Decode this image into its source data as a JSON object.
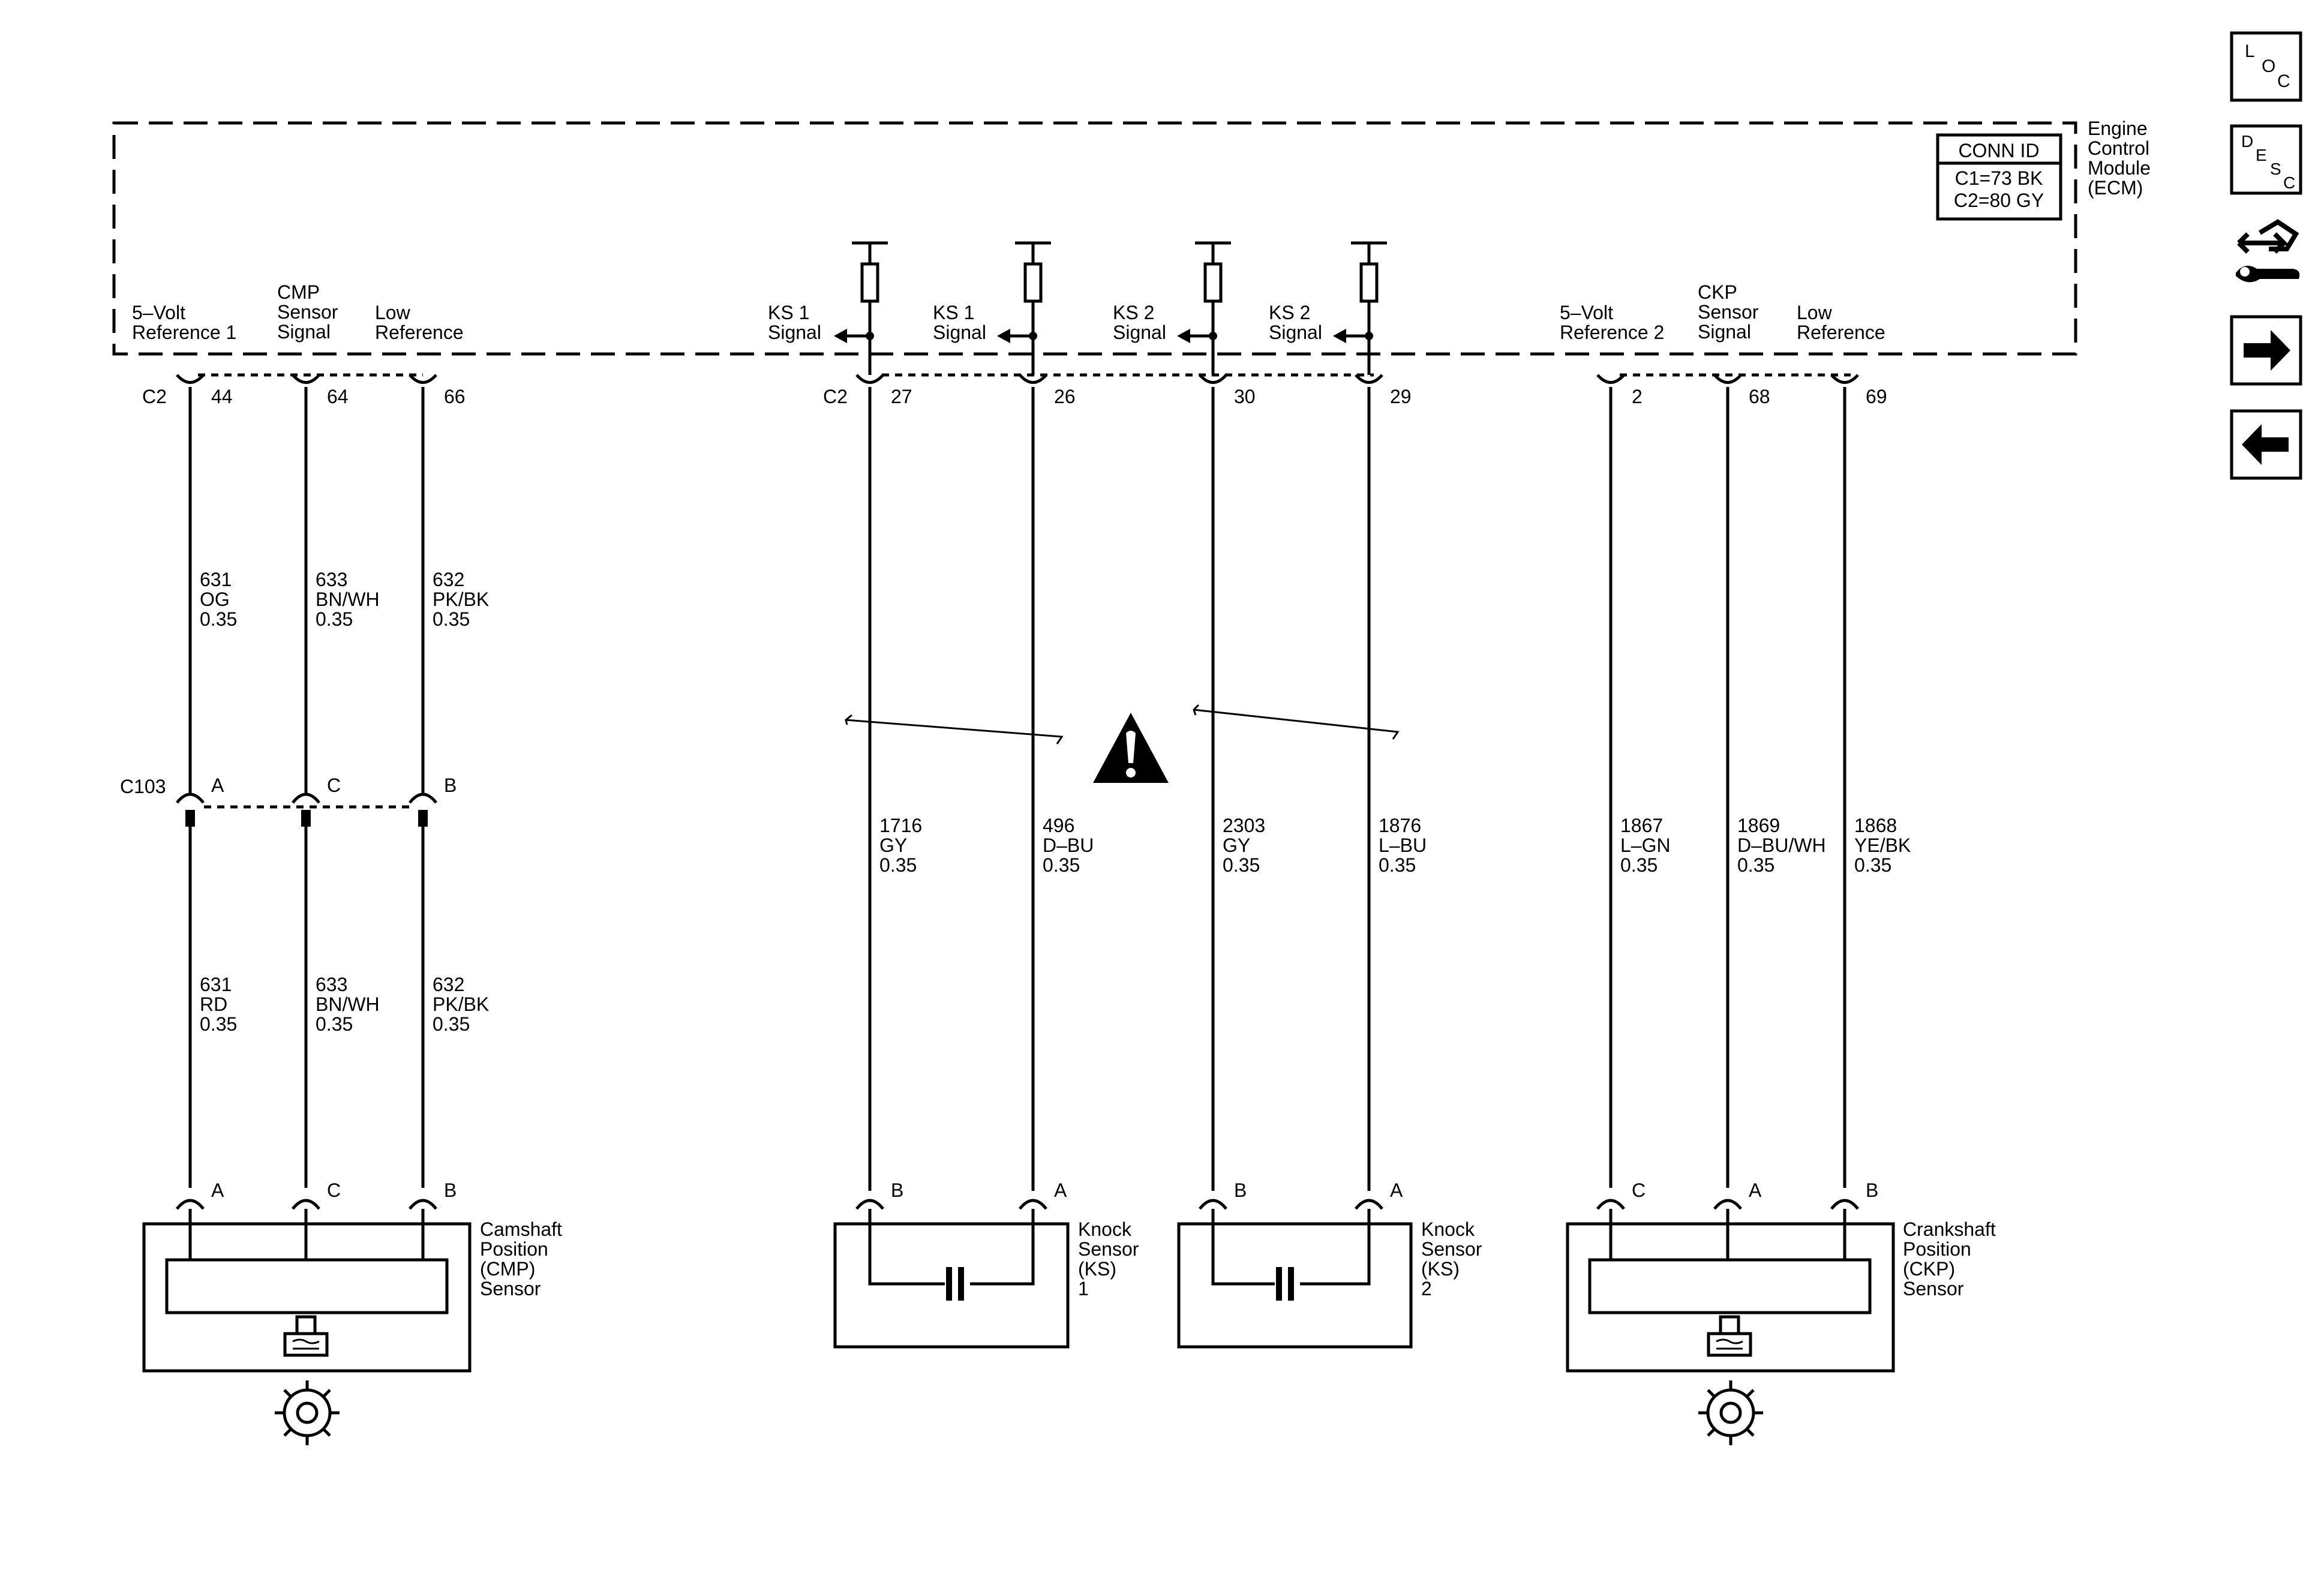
{
  "ecm": {
    "name_lines": [
      "Engine",
      "Control",
      "Module",
      "(ECM)"
    ],
    "conn_id_title": "CONN ID",
    "conn_id_lines": [
      "C1=73 BK",
      "C2=80 GY"
    ],
    "connector": "C2"
  },
  "circuits": [
    {
      "id": "cmp-ref",
      "func_lines": [
        "5–Volt",
        "Reference 1"
      ],
      "ecm_pin": "44",
      "upper_wire": [
        "631",
        "OG",
        "0.35"
      ],
      "mid_pin": "A",
      "lower_wire": [
        "631",
        "RD",
        "0.35"
      ],
      "sensor_pin": "A"
    },
    {
      "id": "cmp-sig",
      "func_lines": [
        "CMP",
        "Sensor",
        "Signal"
      ],
      "ecm_pin": "64",
      "upper_wire": [
        "633",
        "BN/WH",
        "0.35"
      ],
      "mid_pin": "C",
      "lower_wire": [
        "633",
        "BN/WH",
        "0.35"
      ],
      "sensor_pin": "C"
    },
    {
      "id": "cmp-low",
      "func_lines": [
        "Low",
        "Reference"
      ],
      "ecm_pin": "66",
      "upper_wire": [
        "632",
        "PK/BK",
        "0.35"
      ],
      "mid_pin": "B",
      "lower_wire": [
        "632",
        "PK/BK",
        "0.35"
      ],
      "sensor_pin": "B"
    },
    {
      "id": "ks1-b",
      "func_lines": [
        "KS 1",
        "Signal"
      ],
      "ecm_pin": "27",
      "wire": [
        "1716",
        "GY",
        "0.35"
      ],
      "sensor_pin": "B"
    },
    {
      "id": "ks1-a",
      "func_lines": [
        "KS 1",
        "Signal"
      ],
      "ecm_pin": "26",
      "wire": [
        "496",
        "D–BU",
        "0.35"
      ],
      "sensor_pin": "A"
    },
    {
      "id": "ks2-b",
      "func_lines": [
        "KS 2",
        "Signal"
      ],
      "ecm_pin": "30",
      "wire": [
        "2303",
        "GY",
        "0.35"
      ],
      "sensor_pin": "B"
    },
    {
      "id": "ks2-a",
      "func_lines": [
        "KS 2",
        "Signal"
      ],
      "ecm_pin": "29",
      "wire": [
        "1876",
        "L–BU",
        "0.35"
      ],
      "sensor_pin": "A"
    },
    {
      "id": "ckp-ref",
      "func_lines": [
        "5–Volt",
        "Reference 2"
      ],
      "ecm_pin": "2",
      "wire": [
        "1867",
        "L–GN",
        "0.35"
      ],
      "sensor_pin": "C"
    },
    {
      "id": "ckp-sig",
      "func_lines": [
        "CKP",
        "Sensor",
        "Signal"
      ],
      "ecm_pin": "68",
      "wire": [
        "1869",
        "D–BU/WH",
        "0.35"
      ],
      "sensor_pin": "A"
    },
    {
      "id": "ckp-low",
      "func_lines": [
        "Low",
        "Reference"
      ],
      "ecm_pin": "69",
      "wire": [
        "1868",
        "YE/BK",
        "0.35"
      ],
      "sensor_pin": "B"
    }
  ],
  "inline_connector": "C103",
  "sensors": [
    {
      "id": "cmp",
      "label_lines": [
        "Camshaft",
        "Position",
        "(CMP)",
        "Sensor"
      ]
    },
    {
      "id": "ks1",
      "label_lines": [
        "Knock",
        "Sensor",
        "(KS)",
        "1"
      ]
    },
    {
      "id": "ks2",
      "label_lines": [
        "Knock",
        "Sensor",
        "(KS)",
        "2"
      ]
    },
    {
      "id": "ckp",
      "label_lines": [
        "Crankshaft",
        "Position",
        "(CKP)",
        "Sensor"
      ]
    }
  ],
  "nav": {
    "loc": [
      "L",
      "O",
      "C"
    ],
    "desc": [
      "D",
      "E",
      "S",
      "C"
    ]
  }
}
